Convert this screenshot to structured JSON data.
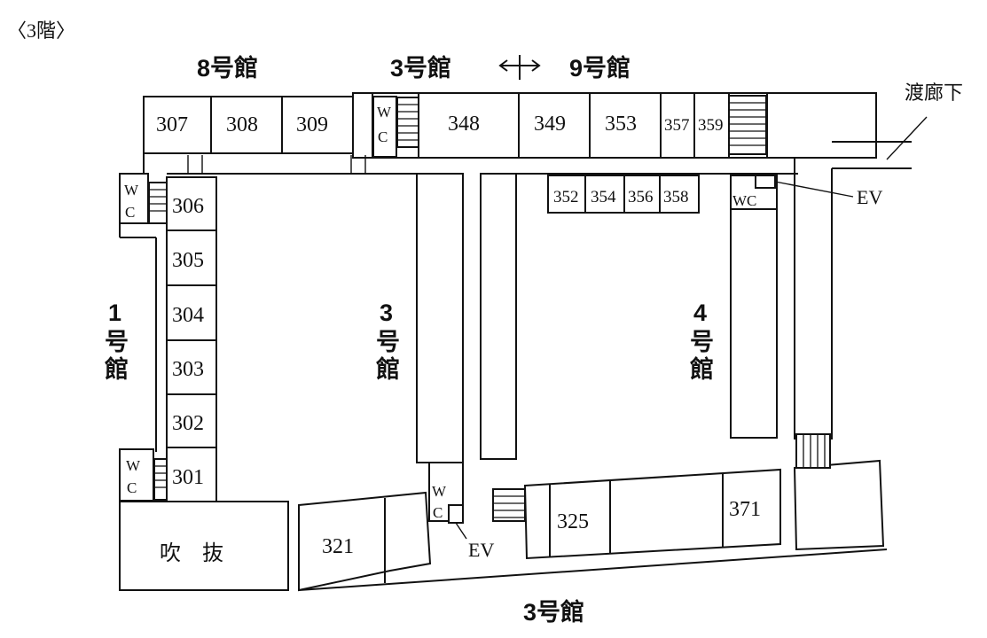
{
  "floor_label": "〈3階〉",
  "buildings": {
    "b8": "8号館",
    "b3_top": "3号館",
    "b9": "9号館",
    "b1_chars": [
      "1",
      "号",
      "館"
    ],
    "b3_mid_chars": [
      "3",
      "号",
      "館"
    ],
    "b4_chars": [
      "4",
      "号",
      "館"
    ],
    "b3_bottom": "3号館"
  },
  "corridor_label": "渡廊下",
  "rooms": {
    "r307": "307",
    "r308": "308",
    "r309": "309",
    "r348": "348",
    "r349": "349",
    "r353": "353",
    "r357": "357",
    "r359": "359",
    "r352": "352",
    "r354": "354",
    "r356": "356",
    "r358": "358",
    "r306": "306",
    "r305": "305",
    "r304": "304",
    "r303": "303",
    "r302": "302",
    "r301": "301",
    "r321": "321",
    "r325": "325",
    "r371": "371"
  },
  "atrium": "吹　抜",
  "wc": {
    "top_w": "W",
    "top_c": "C",
    "left_w": "W",
    "left_c": "C",
    "lower_w": "W",
    "lower_c": "C",
    "mid_w": "W",
    "mid_c": "C",
    "right": "WC"
  },
  "ev": {
    "right": "EV",
    "bottom": "EV"
  }
}
